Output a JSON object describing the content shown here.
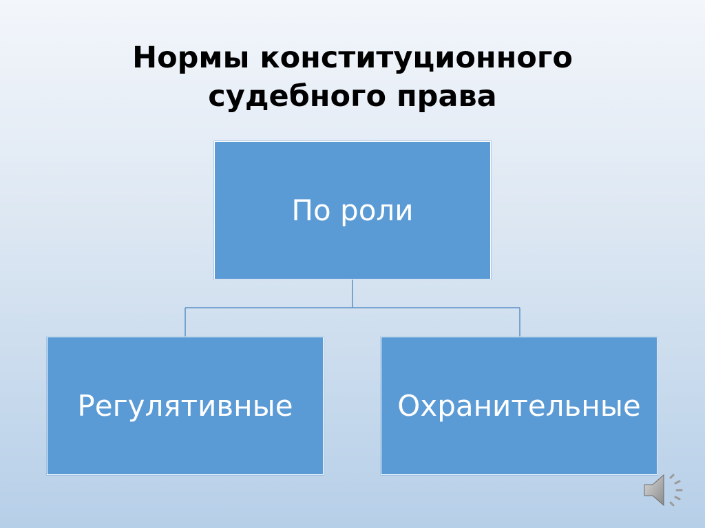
{
  "slide": {
    "title_line1": "Нормы конституционного",
    "title_line2": "судебного права"
  },
  "diagram": {
    "root": "По роли",
    "children": [
      "Регулятивные",
      "Охранительные"
    ]
  },
  "colors": {
    "box_fill": "#5b9bd5",
    "box_text": "#ffffff",
    "connector": "#5b8fc4"
  },
  "icons": {
    "audio": "speaker-icon"
  }
}
